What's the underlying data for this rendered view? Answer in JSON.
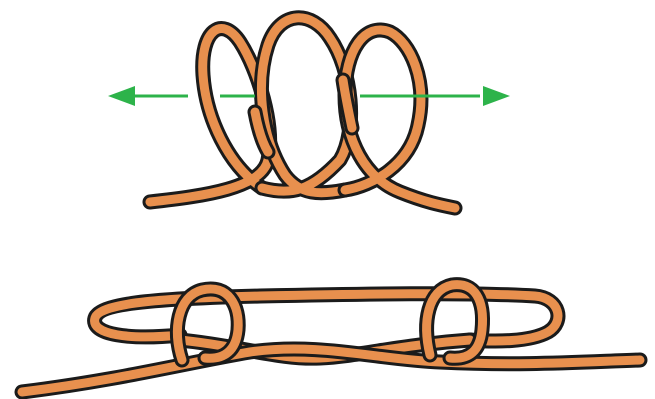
{
  "illustration": {
    "subject": "sheepshank-knot",
    "steps": [
      "three-loop-formation",
      "finished-knot"
    ]
  },
  "colors": {
    "rope": "#E8904E",
    "outline": "#1B1B1B",
    "arrow": "#2DB34A",
    "background": "#FFFFFF"
  },
  "icons": {
    "left_arrow": "arrow-left-icon",
    "right_arrow": "arrow-right-icon"
  }
}
